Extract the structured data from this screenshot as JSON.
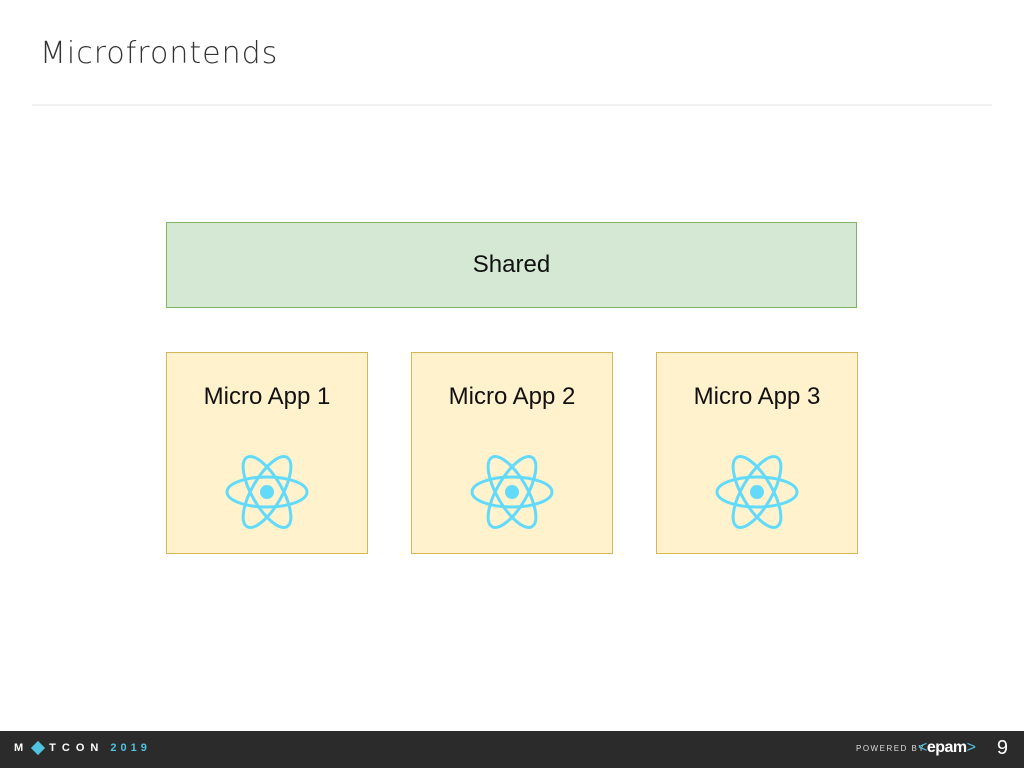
{
  "slide": {
    "title": "Microfrontends"
  },
  "diagram": {
    "shared": {
      "label": "Shared",
      "fill": "#d5e8d4",
      "stroke": "#82b366"
    },
    "apps": [
      {
        "label": "Micro App 1",
        "icon": "react-icon"
      },
      {
        "label": "Micro App 2",
        "icon": "react-icon"
      },
      {
        "label": "Micro App 3",
        "icon": "react-icon"
      }
    ],
    "app_fill": "#fff2cc",
    "app_stroke": "#d6b656",
    "icon_color": "#61dafb"
  },
  "footer": {
    "conference_pre": "M",
    "conference_post": "TCON",
    "conference_year": "2019",
    "powered_by": "POWERED BY",
    "sponsor_name": "epam",
    "sponsor_left": "<",
    "sponsor_right": ">",
    "page_number": "9",
    "accent": "#4fc3e0"
  }
}
